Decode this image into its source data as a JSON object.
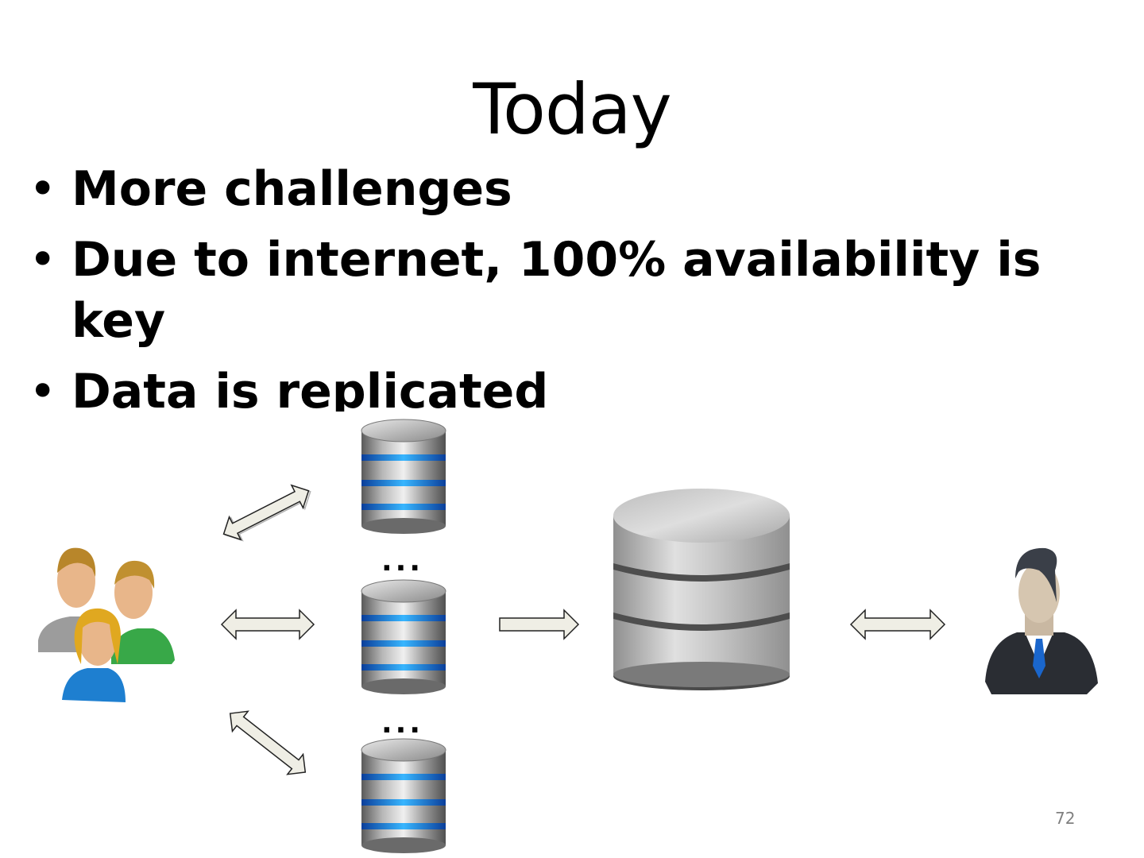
{
  "slide": {
    "title": "Today",
    "bullets": [
      {
        "bullet": "•",
        "text": "More challenges"
      },
      {
        "bullet": "•",
        "text": "Due to internet, 100% availability is key"
      },
      {
        "bullet": "•",
        "text": "Data is replicated"
      }
    ],
    "page_number": "72"
  },
  "diagram": {
    "ellipsis_1": "...",
    "ellipsis_2": "...",
    "nodes": [
      {
        "id": "users-group",
        "icon": "users-group-icon"
      },
      {
        "id": "replica-db-top",
        "icon": "database-icon"
      },
      {
        "id": "replica-db-middle",
        "icon": "database-icon"
      },
      {
        "id": "replica-db-bottom",
        "icon": "database-icon"
      },
      {
        "id": "central-db",
        "icon": "database-icon"
      },
      {
        "id": "admin-user",
        "icon": "businessman-icon"
      }
    ],
    "arrows": [
      {
        "from": "users-group",
        "to": "replica-db-top",
        "type": "bidirectional"
      },
      {
        "from": "users-group",
        "to": "replica-db-middle",
        "type": "bidirectional"
      },
      {
        "from": "users-group",
        "to": "replica-db-bottom",
        "type": "bidirectional"
      },
      {
        "from": "replica-db-middle",
        "to": "central-db",
        "type": "unidirectional"
      },
      {
        "from": "central-db",
        "to": "admin-user",
        "type": "bidirectional"
      }
    ],
    "colors": {
      "arrow_fill": "#efeee5",
      "db_stripe": "#1e7ff0",
      "db_body": "#a8a8a8"
    }
  }
}
